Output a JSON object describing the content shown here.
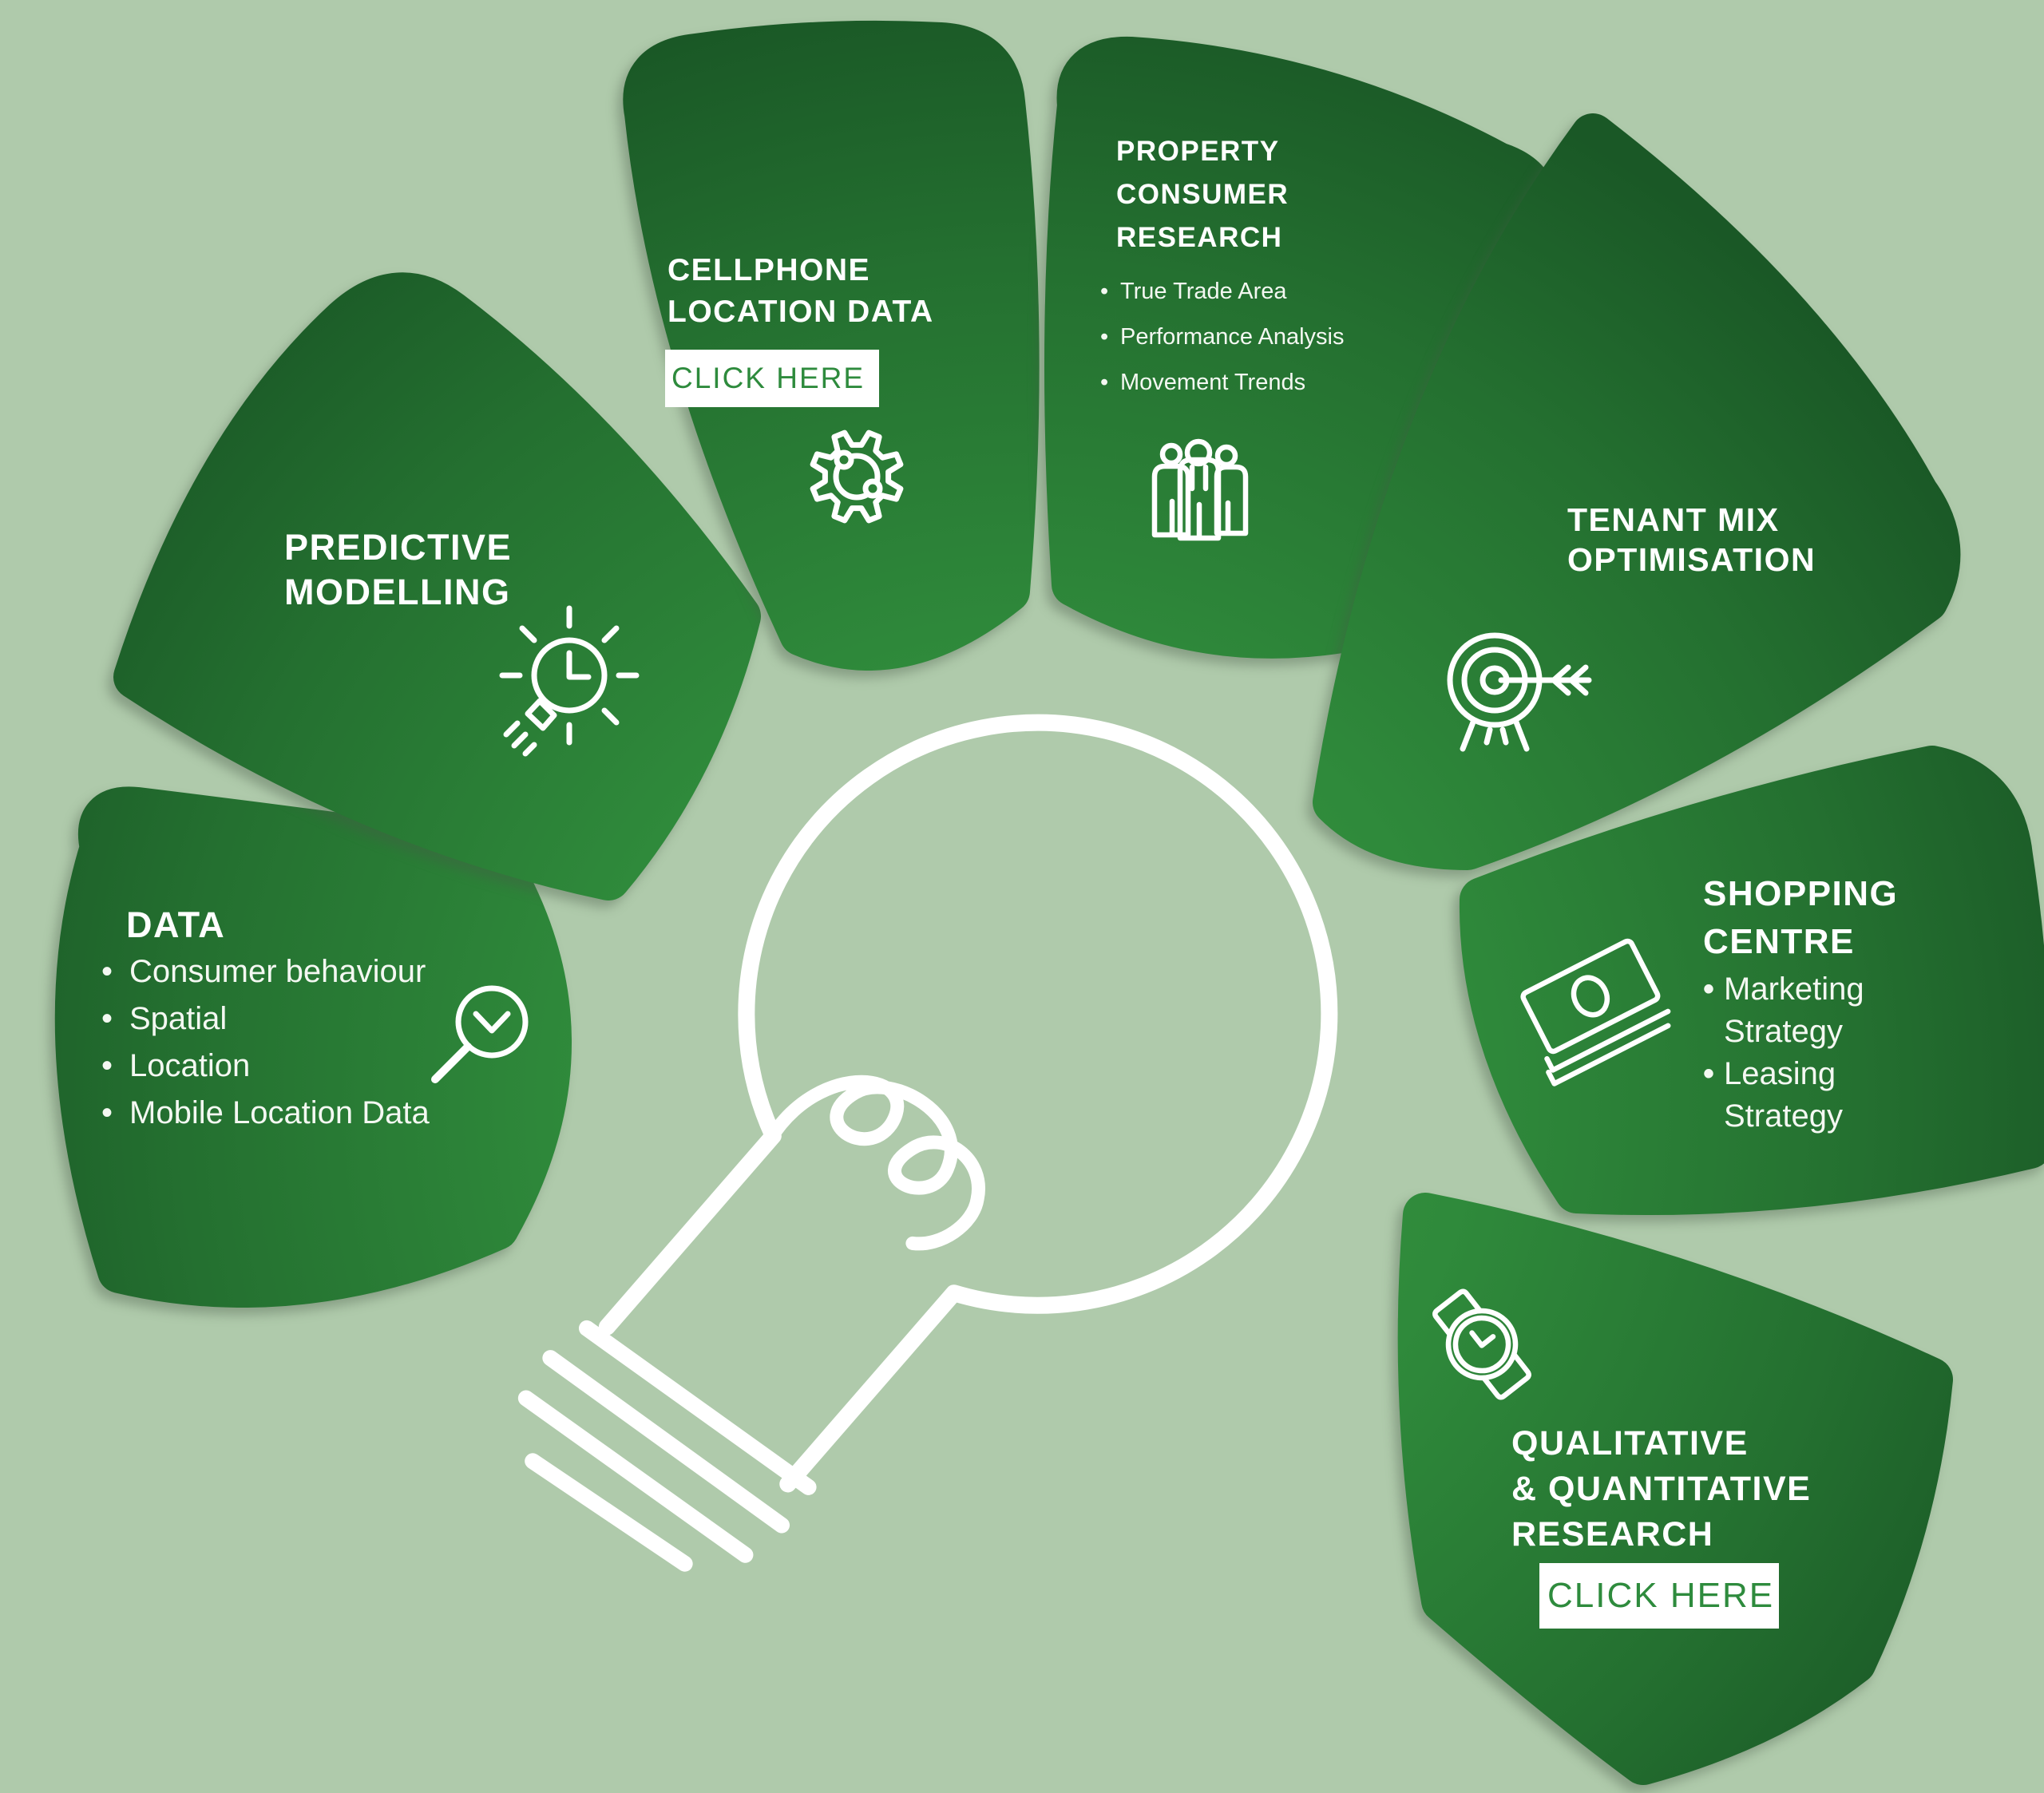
{
  "canvas": {
    "background_color": "#afcaab",
    "wedge_green_bright": "#36973f",
    "wedge_green_dark": "#1a5826",
    "accent_green": "#2e8b3d",
    "line_color": "#ffffff"
  },
  "center": {
    "icon": "lightbulb-sketch-icon"
  },
  "segments": [
    {
      "name": "data",
      "title_lines": [
        "DATA"
      ],
      "bullets": [
        "Consumer behaviour",
        "Spatial",
        "Location",
        "Mobile Location Data"
      ],
      "icon": "magnifier-check-icon"
    },
    {
      "name": "predictive-modelling",
      "title_lines": [
        "PREDICTIVE",
        "MODELLING"
      ],
      "icon": "lightbulb-idea-icon"
    },
    {
      "name": "cellphone-location-data",
      "title_lines": [
        "CELLPHONE",
        "LOCATION DATA"
      ],
      "button_label": "CLICK HERE",
      "icon": "gear-network-icon"
    },
    {
      "name": "property-consumer-research",
      "title_lines": [
        "PROPERTY",
        "CONSUMER",
        "RESEARCH"
      ],
      "bullets": [
        "True Trade Area",
        "Performance Analysis",
        "Movement Trends"
      ],
      "icon": "people-group-icon"
    },
    {
      "name": "tenant-mix-optimisation",
      "title_lines": [
        "TENANT MIX",
        "OPTIMISATION"
      ],
      "icon": "target-arrow-icon"
    },
    {
      "name": "shopping-centre",
      "title_lines": [
        "SHOPPING",
        "CENTRE"
      ],
      "bullets": [
        "Marketing Strategy",
        "Leasing Strategy"
      ],
      "icon": "banknotes-icon"
    },
    {
      "name": "qualitative-quantitative-research",
      "title_lines": [
        "QUALITATIVE",
        "& QUANTITATIVE",
        "RESEARCH"
      ],
      "button_label": "CLICK HERE",
      "icon": "wristwatch-icon"
    }
  ]
}
